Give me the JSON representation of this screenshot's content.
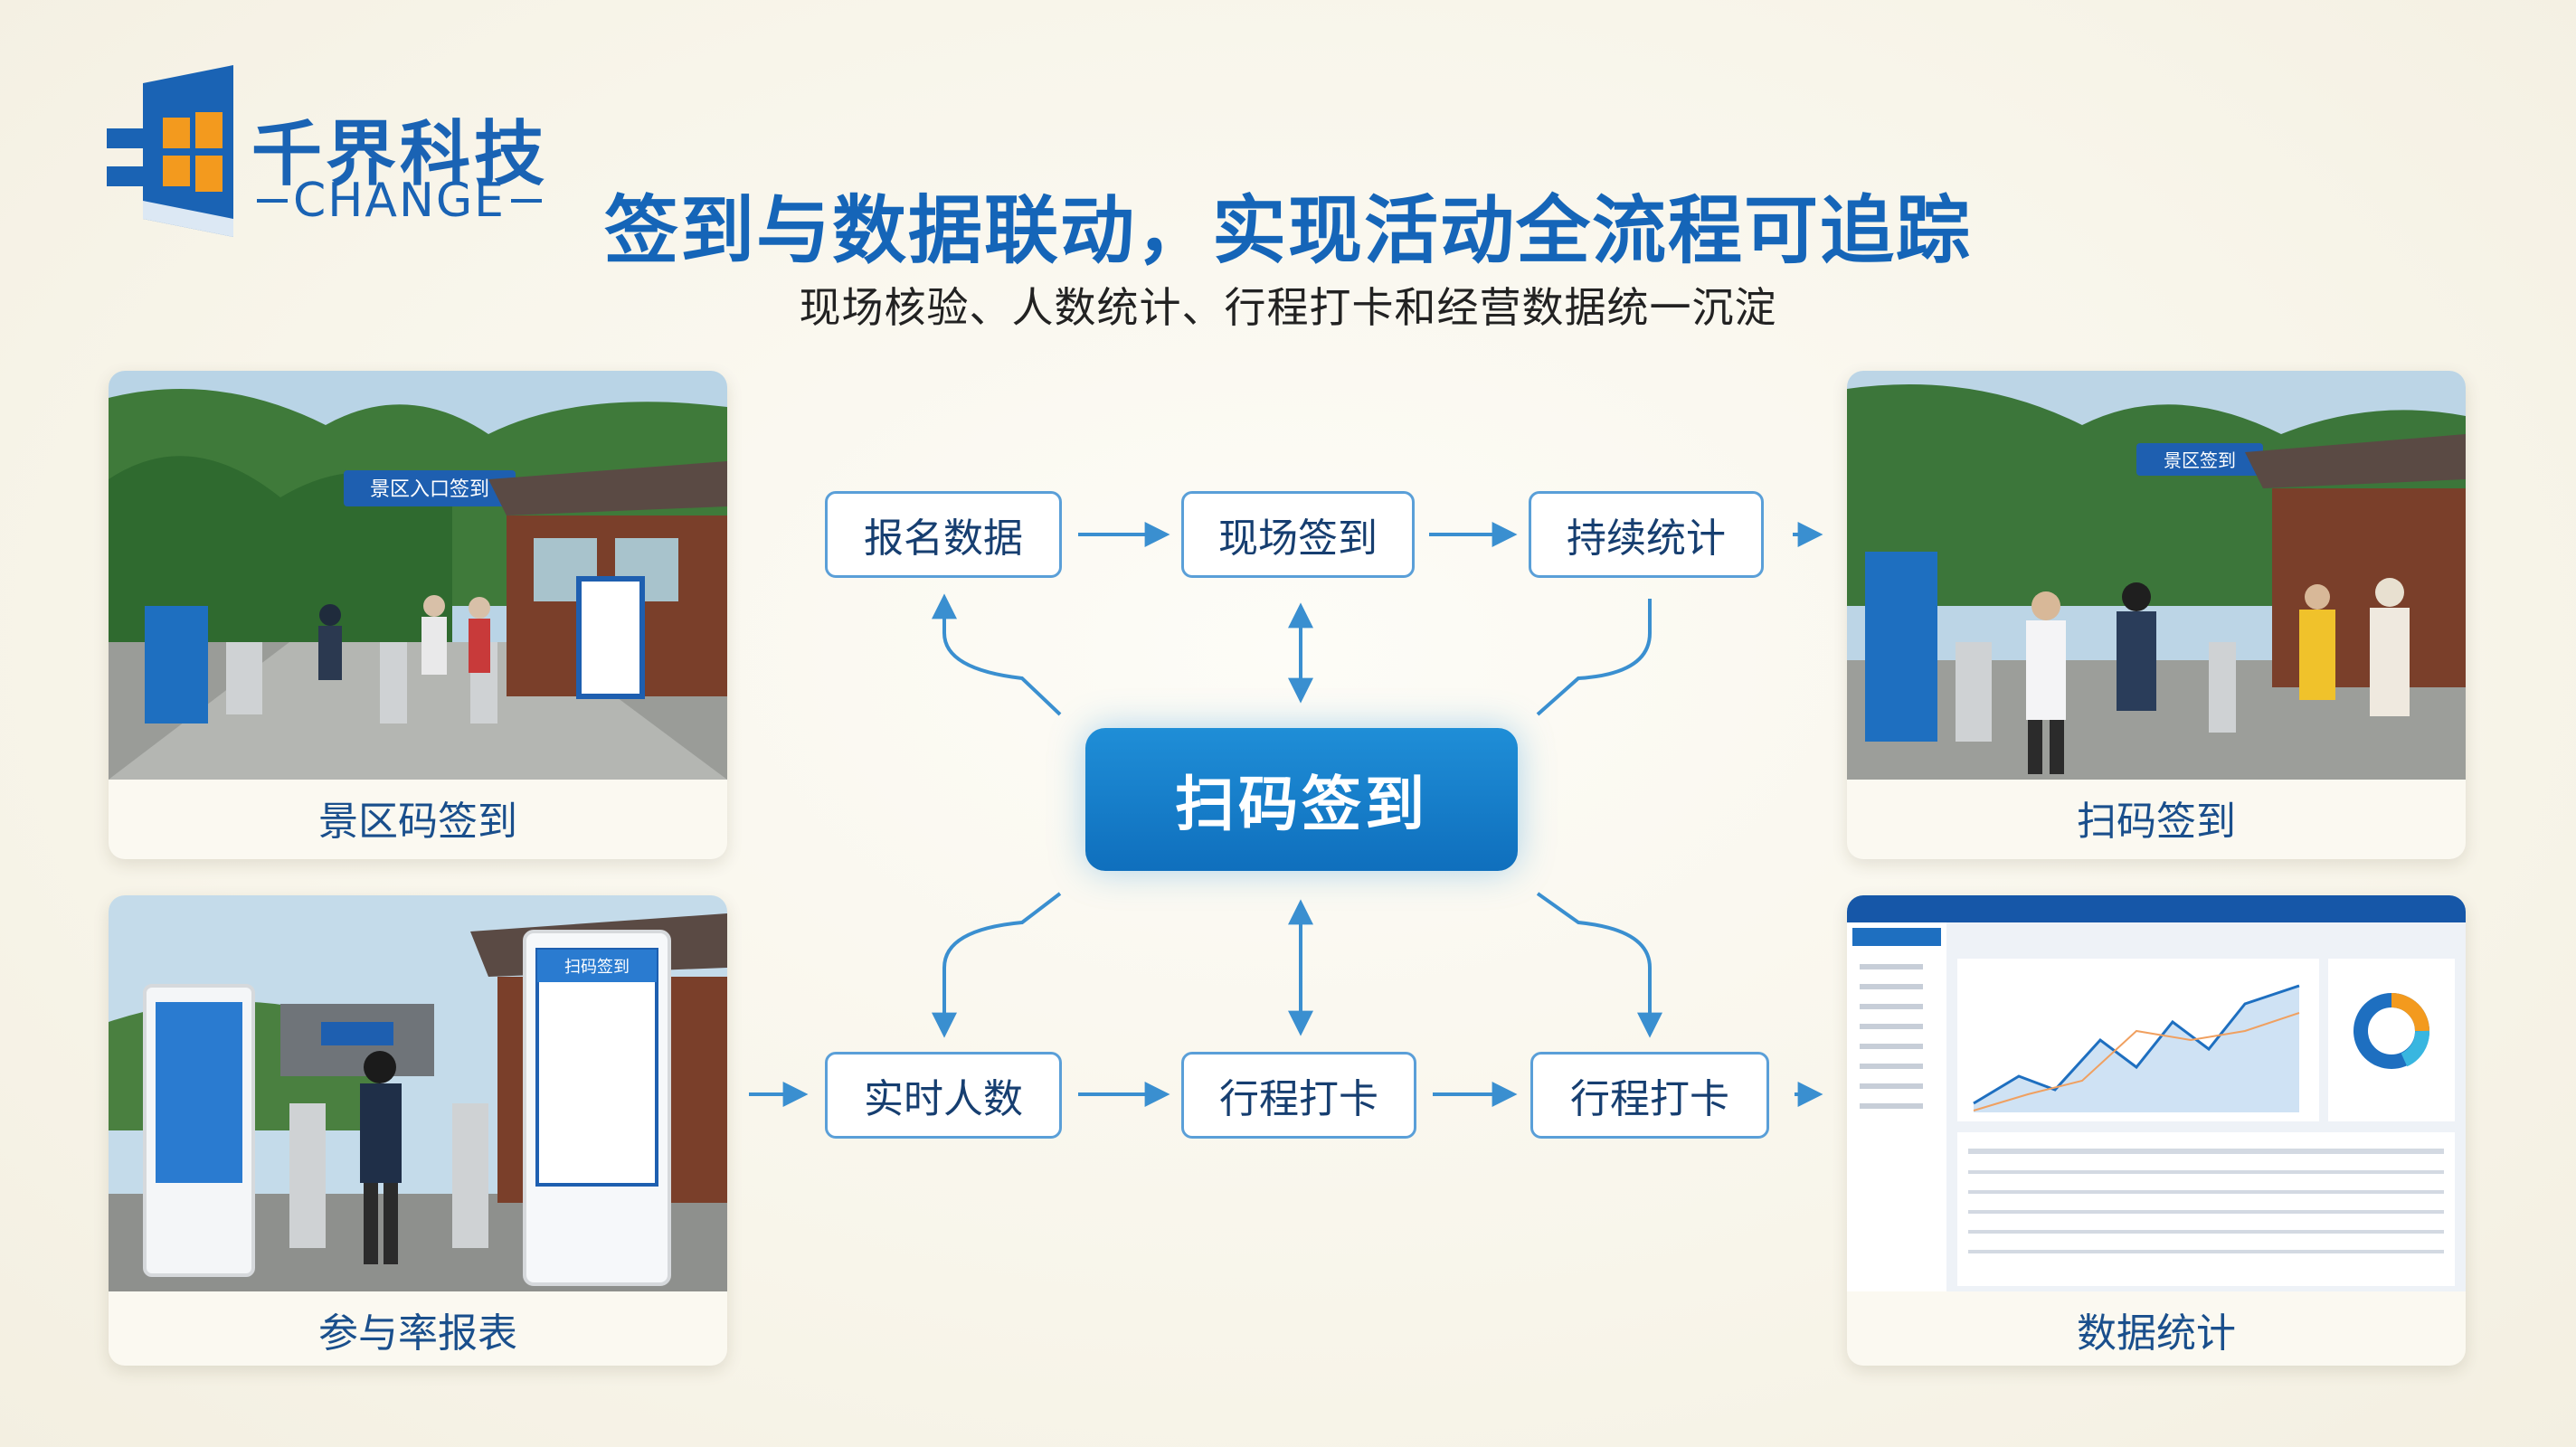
{
  "brand": {
    "name": "千界科技",
    "sub": "CHANGE",
    "color": "#1a63b4",
    "accent": "#f39a1e"
  },
  "title": "签到与数据联动，实现活动全流程可追踪",
  "subtitle": "现场核验、人数统计、行程打卡和经营数据统一沉淀",
  "cards": {
    "top_left": {
      "caption": "景区码签到",
      "sign_text": "景区入口签到"
    },
    "bottom_left": {
      "caption": "参与率报表",
      "kiosk_text": "扫码签到"
    },
    "top_right": {
      "caption": "扫码签到",
      "sign_text": "景区签到"
    },
    "bottom_right": {
      "caption": "数据统计"
    }
  },
  "flow": {
    "center": "扫码签到",
    "top": [
      "报名数据",
      "现场签到",
      "持续统计"
    ],
    "bottom": [
      "实时人数",
      "行程打卡",
      "行程打卡"
    ]
  },
  "colors": {
    "title": "#1565b8",
    "node_border": "#5a9fd8",
    "center_fill": "#1a84cf",
    "arrow": "#3a8fd0",
    "caption": "#1a4f8c"
  }
}
